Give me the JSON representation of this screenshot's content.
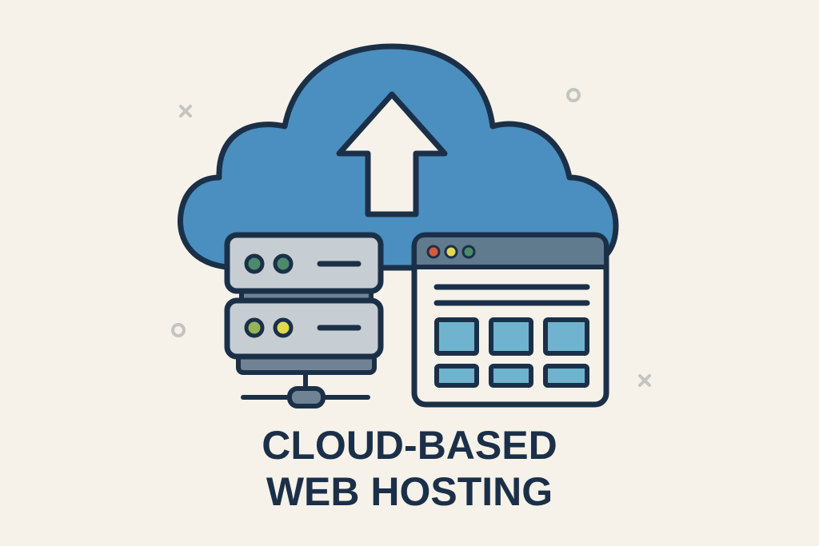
{
  "illustration": {
    "title_line1": "CLOUD-BASED",
    "title_line2": "WEB HOSTING",
    "icons": [
      "cloud-icon",
      "upload-arrow-icon",
      "server-icon",
      "browser-window-icon",
      "network-icon"
    ],
    "decorations": [
      "x-mark",
      "circle-mark"
    ]
  },
  "colors": {
    "background": "#f6f2ea",
    "cloud": "#4a8fbf",
    "outline": "#1b3048",
    "server": "#c7ced3",
    "server_base": "#6f8394",
    "browser_bar": "#607a8e",
    "browser_tile": "#6fb3cf",
    "led_green": "#4b8b6b",
    "led_lime": "#97b35a",
    "led_yellow": "#e3d94f",
    "dot_red": "#d9593f",
    "dot_yellow": "#e3d94f",
    "dot_teal": "#4b8b6b",
    "decor": "#c4c4c0"
  }
}
